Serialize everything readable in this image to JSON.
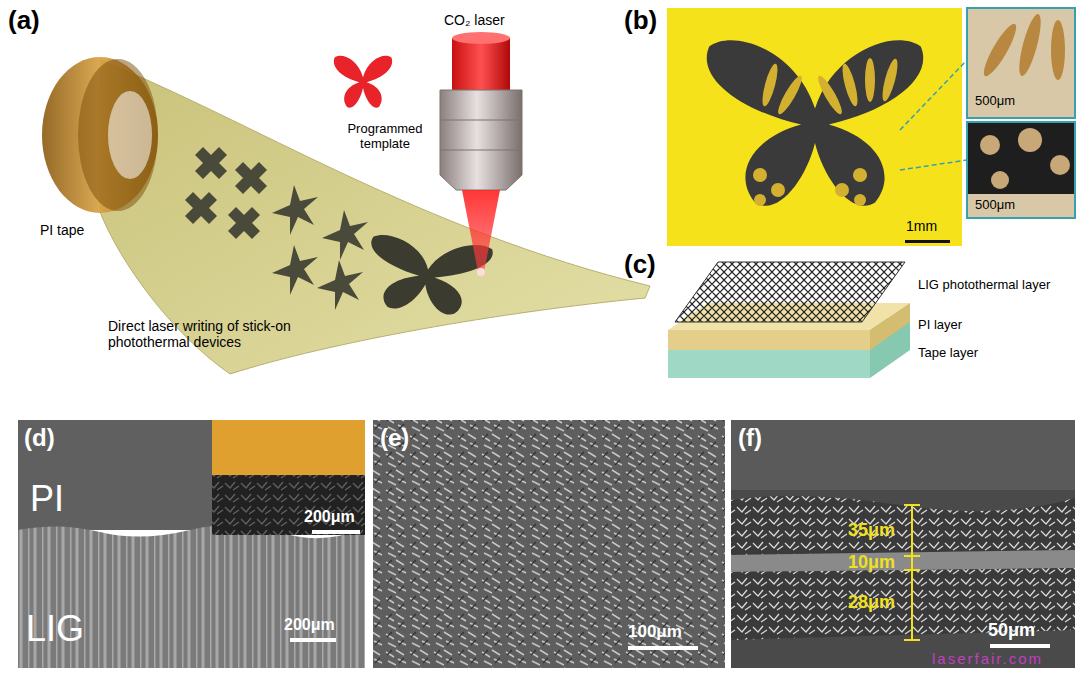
{
  "diagram": {
    "labels": [
      "(a)",
      "PI tape",
      "Programmed template",
      "CO₂ laser",
      "Direct laser writing of stick-on photothermal devices",
      "(b)",
      "1mm",
      "500μm",
      "500μm",
      "(c)",
      "LIG photothermal layer",
      "PI layer",
      "Tape layer",
      "(d)",
      "PI",
      "LIG",
      "200μm",
      "200μm",
      "(e)",
      "100μm",
      "(f)",
      "35μm",
      "10μm",
      "28μm",
      "50μm",
      "laserfair.com"
    ]
  }
}
